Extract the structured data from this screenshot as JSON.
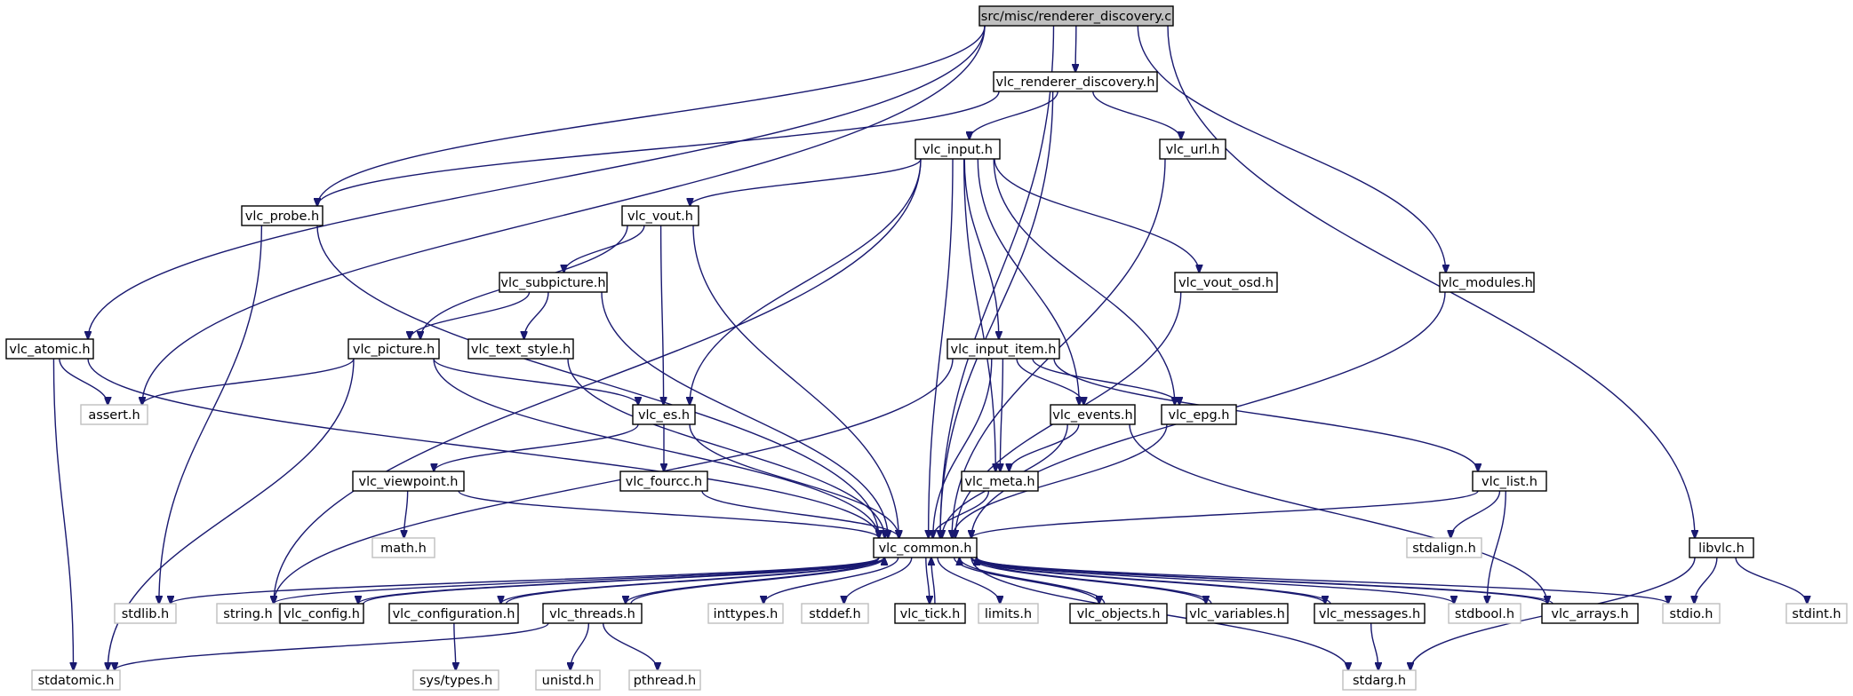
{
  "colors": {
    "edge": "#191970",
    "node_border": "#000000",
    "node_border_missing": "#bfbfbf",
    "root_fill": "#bfbfbf",
    "node_fill": "#ffffff",
    "text": "#000000"
  },
  "nodes": [
    {
      "id": "renderer_c",
      "label": "src/misc/renderer_discovery.c",
      "kind": "root"
    },
    {
      "id": "vrd",
      "label": "vlc_renderer_discovery.h",
      "kind": "header"
    },
    {
      "id": "input",
      "label": "vlc_input.h",
      "kind": "header"
    },
    {
      "id": "url",
      "label": "vlc_url.h",
      "kind": "header"
    },
    {
      "id": "probe",
      "label": "vlc_probe.h",
      "kind": "header"
    },
    {
      "id": "vout",
      "label": "vlc_vout.h",
      "kind": "header"
    },
    {
      "id": "subpic",
      "label": "vlc_subpicture.h",
      "kind": "header"
    },
    {
      "id": "voutosd",
      "label": "vlc_vout_osd.h",
      "kind": "header"
    },
    {
      "id": "modules",
      "label": "vlc_modules.h",
      "kind": "header"
    },
    {
      "id": "atomic",
      "label": "vlc_atomic.h",
      "kind": "header"
    },
    {
      "id": "picture",
      "label": "vlc_picture.h",
      "kind": "header"
    },
    {
      "id": "textstyle",
      "label": "vlc_text_style.h",
      "kind": "header"
    },
    {
      "id": "inputitem",
      "label": "vlc_input_item.h",
      "kind": "header"
    },
    {
      "id": "assert",
      "label": "assert.h",
      "kind": "system"
    },
    {
      "id": "es",
      "label": "vlc_es.h",
      "kind": "header"
    },
    {
      "id": "events",
      "label": "vlc_events.h",
      "kind": "header"
    },
    {
      "id": "epg",
      "label": "vlc_epg.h",
      "kind": "header"
    },
    {
      "id": "viewpoint",
      "label": "vlc_viewpoint.h",
      "kind": "header"
    },
    {
      "id": "fourcc",
      "label": "vlc_fourcc.h",
      "kind": "header"
    },
    {
      "id": "meta",
      "label": "vlc_meta.h",
      "kind": "header"
    },
    {
      "id": "list",
      "label": "vlc_list.h",
      "kind": "header"
    },
    {
      "id": "math",
      "label": "math.h",
      "kind": "system"
    },
    {
      "id": "common",
      "label": "vlc_common.h",
      "kind": "header"
    },
    {
      "id": "stdalign",
      "label": "stdalign.h",
      "kind": "system"
    },
    {
      "id": "libvlc",
      "label": "libvlc.h",
      "kind": "header"
    },
    {
      "id": "stdlib",
      "label": "stdlib.h",
      "kind": "system"
    },
    {
      "id": "string",
      "label": "string.h",
      "kind": "system"
    },
    {
      "id": "config",
      "label": "vlc_config.h",
      "kind": "header"
    },
    {
      "id": "configuration",
      "label": "vlc_configuration.h",
      "kind": "header"
    },
    {
      "id": "threads",
      "label": "vlc_threads.h",
      "kind": "header"
    },
    {
      "id": "inttypes",
      "label": "inttypes.h",
      "kind": "system"
    },
    {
      "id": "stddef",
      "label": "stddef.h",
      "kind": "system"
    },
    {
      "id": "tick",
      "label": "vlc_tick.h",
      "kind": "header"
    },
    {
      "id": "limits",
      "label": "limits.h",
      "kind": "system"
    },
    {
      "id": "objects",
      "label": "vlc_objects.h",
      "kind": "header"
    },
    {
      "id": "variables",
      "label": "vlc_variables.h",
      "kind": "header"
    },
    {
      "id": "messages",
      "label": "vlc_messages.h",
      "kind": "header"
    },
    {
      "id": "stdbool",
      "label": "stdbool.h",
      "kind": "system"
    },
    {
      "id": "arrays",
      "label": "vlc_arrays.h",
      "kind": "header"
    },
    {
      "id": "stdio",
      "label": "stdio.h",
      "kind": "system"
    },
    {
      "id": "stdint",
      "label": "stdint.h",
      "kind": "system"
    },
    {
      "id": "stdatomic",
      "label": "stdatomic.h",
      "kind": "system"
    },
    {
      "id": "systypes",
      "label": "sys/types.h",
      "kind": "system"
    },
    {
      "id": "unistd",
      "label": "unistd.h",
      "kind": "system"
    },
    {
      "id": "pthread",
      "label": "pthread.h",
      "kind": "system"
    },
    {
      "id": "stdarg",
      "label": "stdarg.h",
      "kind": "system"
    }
  ],
  "edges": [
    [
      "renderer_c",
      "vrd"
    ],
    [
      "renderer_c",
      "probe"
    ],
    [
      "renderer_c",
      "assert"
    ],
    [
      "renderer_c",
      "atomic"
    ],
    [
      "renderer_c",
      "common"
    ],
    [
      "renderer_c",
      "modules"
    ],
    [
      "renderer_c",
      "libvlc"
    ],
    [
      "vrd",
      "input"
    ],
    [
      "vrd",
      "url"
    ],
    [
      "vrd",
      "probe"
    ],
    [
      "vrd",
      "common"
    ],
    [
      "input",
      "vout"
    ],
    [
      "input",
      "es"
    ],
    [
      "input",
      "inputitem"
    ],
    [
      "input",
      "events"
    ],
    [
      "input",
      "epg"
    ],
    [
      "input",
      "voutosd"
    ],
    [
      "input",
      "meta"
    ],
    [
      "input",
      "common"
    ],
    [
      "input",
      "string"
    ],
    [
      "url",
      "common"
    ],
    [
      "probe",
      "common"
    ],
    [
      "probe",
      "stdlib"
    ],
    [
      "vout",
      "subpic"
    ],
    [
      "vout",
      "picture"
    ],
    [
      "vout",
      "es"
    ],
    [
      "vout",
      "common"
    ],
    [
      "subpic",
      "picture"
    ],
    [
      "subpic",
      "textstyle"
    ],
    [
      "subpic",
      "common"
    ],
    [
      "voutosd",
      "common"
    ],
    [
      "modules",
      "common"
    ],
    [
      "atomic",
      "assert"
    ],
    [
      "atomic",
      "stdatomic"
    ],
    [
      "atomic",
      "common"
    ],
    [
      "picture",
      "assert"
    ],
    [
      "picture",
      "es"
    ],
    [
      "picture",
      "common"
    ],
    [
      "picture",
      "stdatomic"
    ],
    [
      "textstyle",
      "common"
    ],
    [
      "inputitem",
      "events"
    ],
    [
      "inputitem",
      "epg"
    ],
    [
      "inputitem",
      "meta"
    ],
    [
      "inputitem",
      "list"
    ],
    [
      "inputitem",
      "common"
    ],
    [
      "inputitem",
      "string"
    ],
    [
      "events",
      "meta"
    ],
    [
      "events",
      "common"
    ],
    [
      "events",
      "arrays"
    ],
    [
      "epg",
      "common"
    ],
    [
      "es",
      "viewpoint"
    ],
    [
      "es",
      "fourcc"
    ],
    [
      "es",
      "common"
    ],
    [
      "viewpoint",
      "math"
    ],
    [
      "viewpoint",
      "common"
    ],
    [
      "fourcc",
      "common"
    ],
    [
      "meta",
      "common"
    ],
    [
      "list",
      "stdalign"
    ],
    [
      "list",
      "stdbool"
    ],
    [
      "list",
      "common"
    ],
    [
      "libvlc",
      "stdio"
    ],
    [
      "libvlc",
      "stdint"
    ],
    [
      "libvlc",
      "stdarg"
    ],
    [
      "common",
      "stdlib"
    ],
    [
      "common",
      "string"
    ],
    [
      "common",
      "config"
    ],
    [
      "common",
      "configuration"
    ],
    [
      "common",
      "threads"
    ],
    [
      "common",
      "inttypes"
    ],
    [
      "common",
      "stddef"
    ],
    [
      "common",
      "tick"
    ],
    [
      "common",
      "limits"
    ],
    [
      "common",
      "objects"
    ],
    [
      "common",
      "variables"
    ],
    [
      "common",
      "messages"
    ],
    [
      "common",
      "stdbool"
    ],
    [
      "common",
      "arrays"
    ],
    [
      "common",
      "stdio"
    ],
    [
      "common",
      "stdarg"
    ],
    [
      "config",
      "common"
    ],
    [
      "configuration",
      "common"
    ],
    [
      "threads",
      "common"
    ],
    [
      "tick",
      "common"
    ],
    [
      "objects",
      "common"
    ],
    [
      "variables",
      "common"
    ],
    [
      "messages",
      "common"
    ],
    [
      "arrays",
      "common"
    ],
    [
      "configuration",
      "systypes"
    ],
    [
      "threads",
      "stdatomic"
    ],
    [
      "threads",
      "unistd"
    ],
    [
      "threads",
      "pthread"
    ],
    [
      "messages",
      "stdarg"
    ]
  ]
}
